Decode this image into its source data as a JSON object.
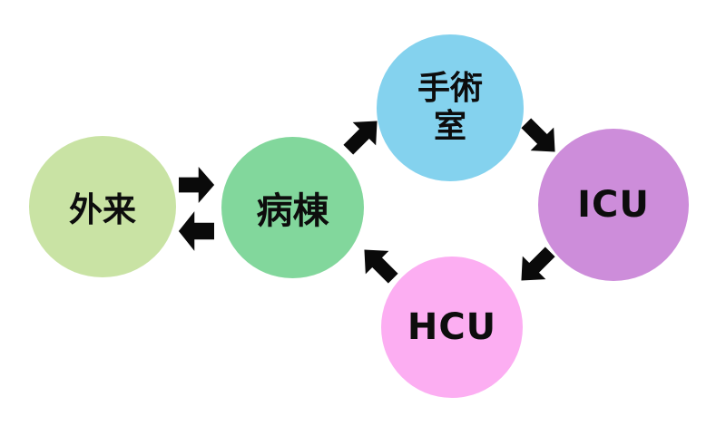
{
  "diagram": {
    "background": "#ffffff",
    "arrow_color": "#0a0a0a",
    "text_color": "#0d0d0d",
    "nodes": [
      {
        "id": "gairai",
        "label": "外来",
        "color": "#c9e3a4"
      },
      {
        "id": "byoto",
        "label": "病棟",
        "color": "#82d79c"
      },
      {
        "id": "shujutsu",
        "label": "手術室",
        "lines": [
          "手術",
          "室"
        ],
        "color": "#84d2ee"
      },
      {
        "id": "icu",
        "label": "ICU",
        "color": "#cd8dda"
      },
      {
        "id": "hcu",
        "label": "HCU",
        "color": "#fcaef2"
      }
    ],
    "arrows": [
      {
        "from": "外来",
        "to": "病棟",
        "direction": "right"
      },
      {
        "from": "病棟",
        "to": "外来",
        "direction": "left"
      },
      {
        "from": "病棟",
        "to": "手術室",
        "direction": "up-right"
      },
      {
        "from": "手術室",
        "to": "ICU",
        "direction": "down-right"
      },
      {
        "from": "ICU",
        "to": "HCU",
        "direction": "down-left"
      },
      {
        "from": "HCU",
        "to": "病棟",
        "direction": "up-left"
      }
    ]
  }
}
